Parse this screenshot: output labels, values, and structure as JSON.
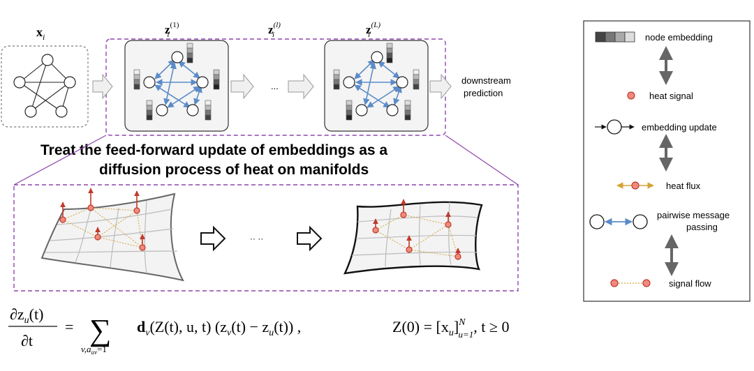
{
  "diagram": {
    "input_label": "x",
    "input_sub": "i",
    "layer_labels": [
      {
        "base": "z",
        "sub": "i",
        "sup": "(1)"
      },
      {
        "base": "z",
        "sub": "i",
        "sup": "(l)"
      },
      {
        "base": "z",
        "sub": "i",
        "sup": "(L)"
      }
    ],
    "ellipsis_top": "...",
    "ellipsis_bottom": "·· ··",
    "output_label_line1": "downstream",
    "output_label_line2": "prediction",
    "headline_line1": "Treat the feed-forward update of embeddings as a",
    "headline_line2": "diffusion process of heat on manifolds",
    "equation": {
      "lhs_num": "∂z",
      "lhs_num_sub": "u",
      "lhs_num_arg": "(t)",
      "lhs_den": "∂t",
      "equals": "=",
      "sum": "∑",
      "sum_sub": "v,a",
      "sum_sub2": "uv",
      "sum_sub3": "=1",
      "term": "d",
      "term_sub": "v",
      "term_args": "(Z(t), u, t) (z",
      "zv_sub": "v",
      "mid": "(t) − z",
      "zu_sub": "u",
      "tail": "(t)) ,",
      "init": "Z(0) = [x",
      "init_sub": "u",
      "init_bracket": "]",
      "init_sup": "N",
      "init_range": "u=1",
      "init_tail": ", t ≥ 0"
    }
  },
  "legend": {
    "items": [
      {
        "label": "node embedding"
      },
      {
        "label": "heat signal"
      },
      {
        "label": "embedding update"
      },
      {
        "label": "heat flux"
      },
      {
        "label_line1": "pairwise message",
        "label_line2": "passing"
      },
      {
        "label": "signal flow"
      }
    ]
  },
  "colors": {
    "purple_dash": "#8e44ad",
    "blue_edge": "#5b8cc8",
    "heat_red": "#c0392b",
    "heat_fill": "#f08a7e",
    "flux_gold": "#d4a437",
    "gray_arrow": "#666666",
    "box_fill": "#f4f4f4"
  }
}
